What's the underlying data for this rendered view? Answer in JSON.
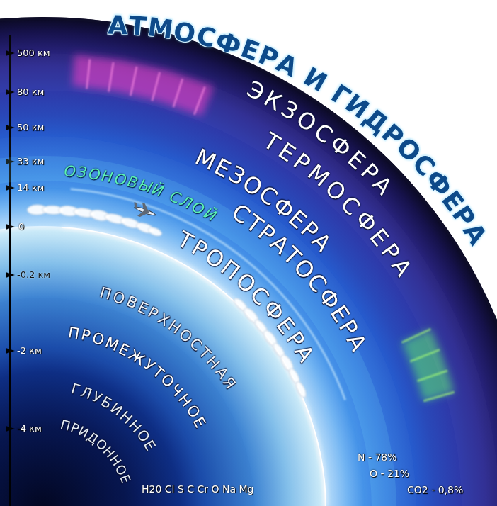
{
  "diagram": {
    "title": "АТМОСФЕРА И ГИДРОСФЕРА",
    "nodes": [
      {
        "text": [
          "ЭКЗОСФЕРА"
        ]
      },
      {
        "text": [
          "ТЕРМОСФЕРА"
        ]
      },
      {
        "text": [
          "МЕЗОСФЕРА"
        ]
      },
      {
        "text": [
          "СТРАТОСФЕРА"
        ]
      },
      {
        "text": [
          "ОЗОНОВЫЙ СЛОЙ"
        ],
        "in": 3
      },
      {
        "text": [
          "ТРОПОСФЕРА"
        ]
      },
      {
        "text": [
          "ПОВЕРХНОСТНАЯ"
        ]
      },
      {
        "text": [
          "ПРОМЕЖУТОЧНОЕ"
        ]
      },
      {
        "text": [
          "ГЛУБИННОЕ"
        ]
      },
      {
        "text": [
          "ПРИДОННОЕ"
        ]
      }
    ],
    "labels": [
      "500 км",
      "80 км",
      "50 км",
      "33 км",
      "14 км",
      "0",
      "-0.2 км",
      "-2 км",
      "-4 км",
      "H20 Cl S C Cr O Na Mg",
      "N - 78%",
      "O - 21%",
      "CO2 - 0,8%"
    ]
  }
}
